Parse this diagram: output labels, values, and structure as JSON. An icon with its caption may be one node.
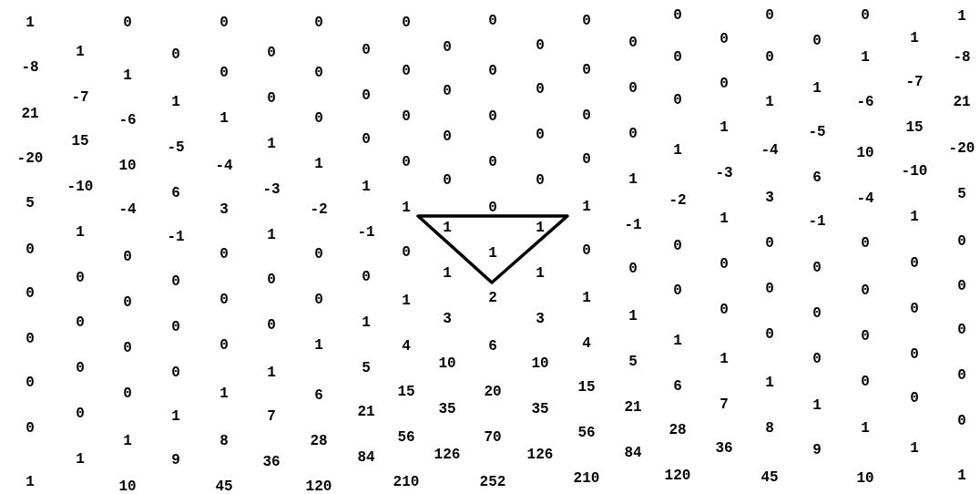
{
  "diagram": {
    "nodes": [
      {
        "text": [
          "1",
          "1",
          "1"
        ]
      }
    ],
    "labels": [
      "1",
      "-8",
      "21",
      "-20",
      "5",
      "0",
      "0",
      "0",
      "0",
      "0",
      "1",
      "1",
      "-7",
      "15",
      "-10",
      "1",
      "0",
      "0",
      "0",
      "0",
      "1",
      "0",
      "1",
      "-6",
      "10",
      "-4",
      "0",
      "0",
      "0",
      "0",
      "1",
      "10",
      "0",
      "1",
      "-5",
      "6",
      "-1",
      "0",
      "0",
      "0",
      "1",
      "9",
      "0",
      "0",
      "1",
      "-4",
      "3",
      "0",
      "0",
      "0",
      "1",
      "8",
      "45",
      "0",
      "0",
      "1",
      "-3",
      "1",
      "0",
      "0",
      "1",
      "7",
      "36",
      "0",
      "0",
      "0",
      "1",
      "-2",
      "0",
      "0",
      "1",
      "6",
      "28",
      "120",
      "0",
      "0",
      "0",
      "1",
      "-1",
      "0",
      "1",
      "5",
      "21",
      "84",
      "0",
      "0",
      "0",
      "0",
      "1",
      "0",
      "1",
      "4",
      "15",
      "56",
      "210",
      "0",
      "0",
      "0",
      "0",
      "1",
      "3",
      "10",
      "35",
      "126",
      "0",
      "0",
      "0",
      "0",
      "0",
      "2",
      "6",
      "20",
      "70",
      "252",
      "0",
      "0",
      "0",
      "0",
      "1",
      "3",
      "10",
      "35",
      "126",
      "0",
      "0",
      "0",
      "0",
      "1",
      "0",
      "1",
      "4",
      "15",
      "56",
      "210",
      "0",
      "0",
      "0",
      "1",
      "-1",
      "0",
      "1",
      "5",
      "21",
      "84",
      "0",
      "0",
      "0",
      "1",
      "-2",
      "0",
      "0",
      "1",
      "6",
      "28",
      "120",
      "0",
      "0",
      "1",
      "-3",
      "1",
      "0",
      "0",
      "1",
      "7",
      "36",
      "0",
      "0",
      "1",
      "-4",
      "3",
      "0",
      "0",
      "0",
      "1",
      "8",
      "45",
      "0",
      "1",
      "-5",
      "6",
      "-1",
      "0",
      "0",
      "0",
      "1",
      "9",
      "0",
      "1",
      "-6",
      "10",
      "-4",
      "0",
      "0",
      "0",
      "0",
      "1",
      "10",
      "1",
      "-7",
      "15",
      "-10",
      "1",
      "0",
      "0",
      "0",
      "0",
      "1",
      "1",
      "-8",
      "21",
      "-20",
      "5",
      "0",
      "0",
      "0",
      "0",
      "0",
      "1"
    ]
  }
}
